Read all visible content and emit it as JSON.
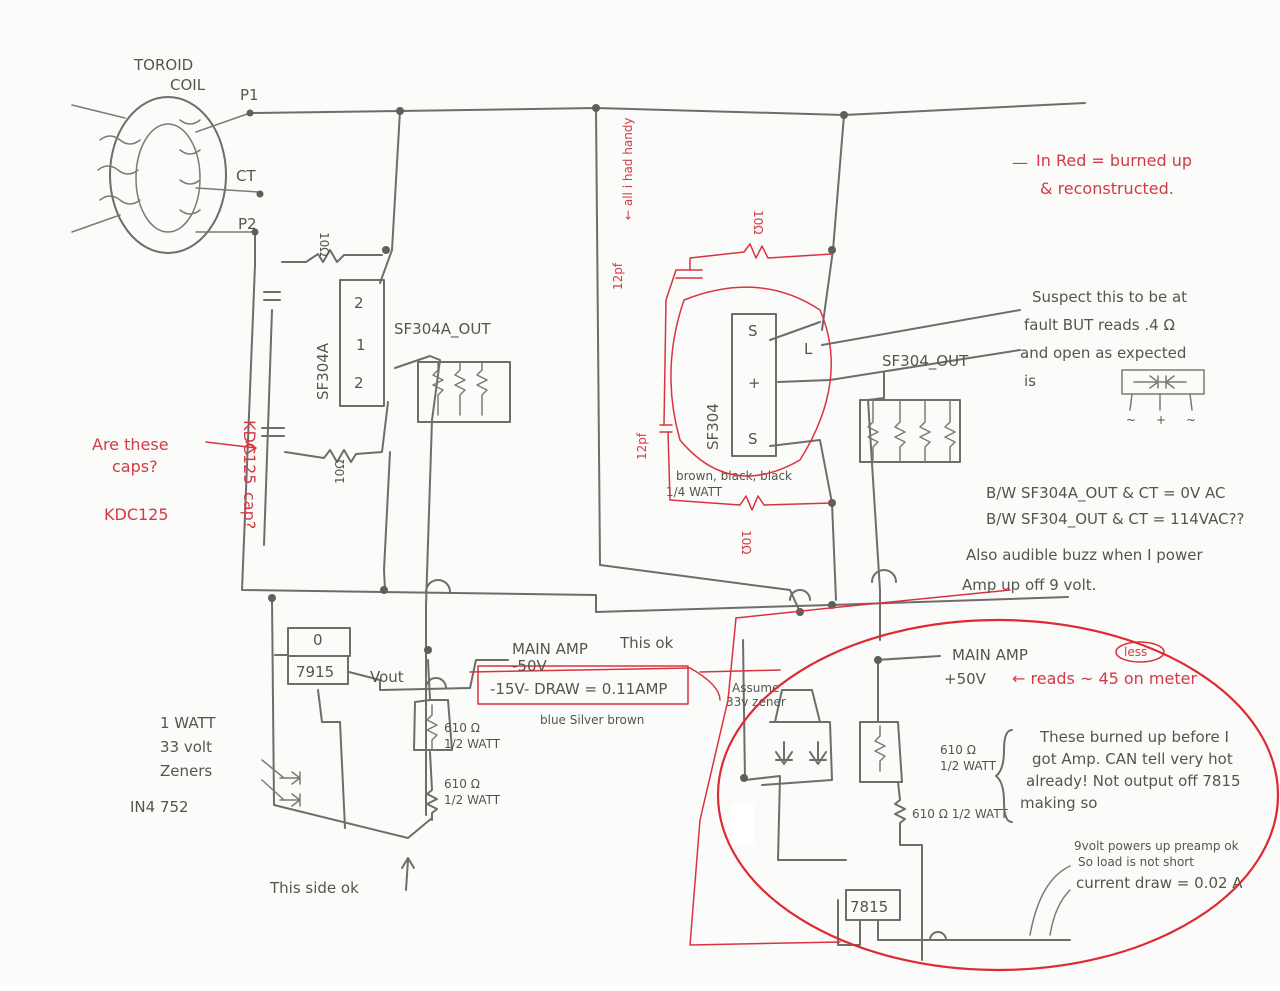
{
  "toroid": {
    "label_top": "TOROID",
    "label_bottom": "COIL",
    "p1": "P1",
    "ct": "CT",
    "p2": "P2"
  },
  "left_supply": {
    "rect_name": "SF304A",
    "rect_pins": [
      "2",
      "1",
      "2"
    ],
    "out_label": "SF304A_OUT",
    "r_top": "10Ω",
    "r_bottom": "10Ω",
    "cap_label": "KDC125",
    "cap_question": "cap?"
  },
  "right_supply": {
    "rect_name": "SF304",
    "rect_pins": [
      "S",
      "+",
      "S",
      "L"
    ],
    "out_label": "SF304_OUT",
    "r_top": "10Ω",
    "r_bottom": "10Ω",
    "cap_top": "12pf",
    "cap_side": "12pf",
    "cap_note": "← all i had handy",
    "resistor_note_1": "brown, black, black",
    "resistor_note_2": "1/4 WATT"
  },
  "neg_rail": {
    "regulator": "7915",
    "reg_pin": "0",
    "vout": "Vout",
    "main_amp": "MAIN AMP",
    "main_amp_voltage": "-50V",
    "this_ok": "This ok",
    "draw": "-15V- DRAW = 0.11AMP",
    "colors": "blue Silver brown",
    "r1_value": "610 Ω",
    "r1_watt": "1/2 WATT",
    "r2_value": "610 Ω",
    "r2_watt": "1/2 WATT",
    "zener_1": "1 WATT",
    "zener_2": "33 volt",
    "zener_3": "Zeners",
    "zener_part": "IN4 752",
    "side_ok": "This side ok"
  },
  "pos_rail": {
    "regulator": "7815",
    "main_amp": "MAIN AMP",
    "main_amp_voltage": "+50V",
    "reads": "← reads ~ 45 on meter",
    "less": "less",
    "assume_1": "Assume",
    "assume_2": "33v zener",
    "r1_value": "610 Ω",
    "r1_watt": "1/2 WATT",
    "r2_value": "610 Ω 1/2 WATT",
    "note_burned": [
      "These burned up before I",
      "got Amp. CAN tell very hot",
      "already! Not output off 7815",
      "making so"
    ],
    "note_9v": [
      "9volt powers up preamp ok",
      "So load is not short",
      "current draw = 0.02 A"
    ]
  },
  "legend": {
    "dash": "—",
    "line1": "In Red = burned up",
    "line2": "& reconstructed."
  },
  "suspect_note": [
    "Suspect this to be at",
    "fault BUT reads .4 Ω",
    "and open as expected",
    "is"
  ],
  "bridge_marks": [
    "~",
    "+",
    "~"
  ],
  "measurements": [
    "B/W  SF304A_OUT & CT = 0V AC",
    "B/W  SF304_OUT & CT = 114VAC??"
  ],
  "buzz_note": [
    "Also audible buzz when I power",
    "Amp up off 9 volt."
  ],
  "caps_question": [
    "Are these",
    "caps?"
  ],
  "caps_answer": "KDC125",
  "colors": {
    "pencil": "#6d6d6a",
    "red_ink": "#d9333f"
  }
}
